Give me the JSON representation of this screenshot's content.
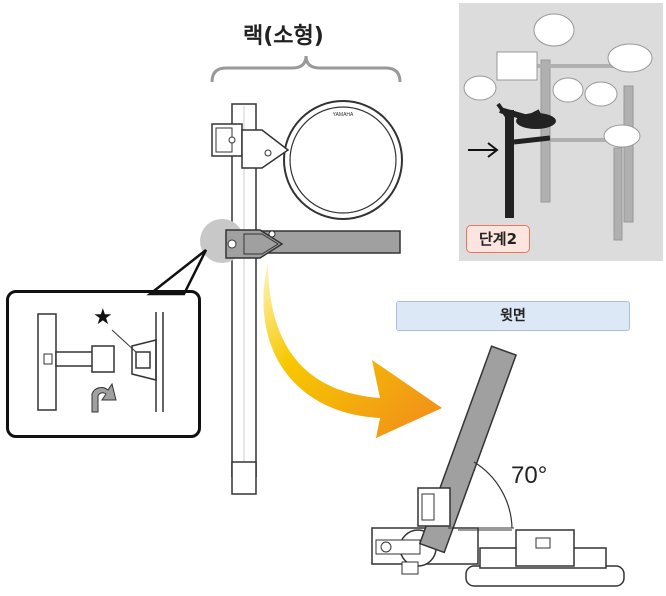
{
  "title": "랙(소형)",
  "inset": {
    "step_label": "단계2"
  },
  "top_view_label": "윗면",
  "angle_label": "70°",
  "detail": {
    "star_glyph": "★"
  },
  "drum_pad": {
    "brand": "YAMAHA"
  },
  "colors": {
    "inset_bg": "#dcdcdc",
    "pipe_gray": "#a0a0a0",
    "arrow_yellow": "#f7c800",
    "arrow_orange": "#f08a1c",
    "step_badge_border": "#e8765c",
    "label_box_bg": "#dde8f6"
  },
  "icons": [
    "curved-arrow-icon",
    "rotate-arrow-icon",
    "pointer-arrow-icon",
    "star-icon"
  ]
}
